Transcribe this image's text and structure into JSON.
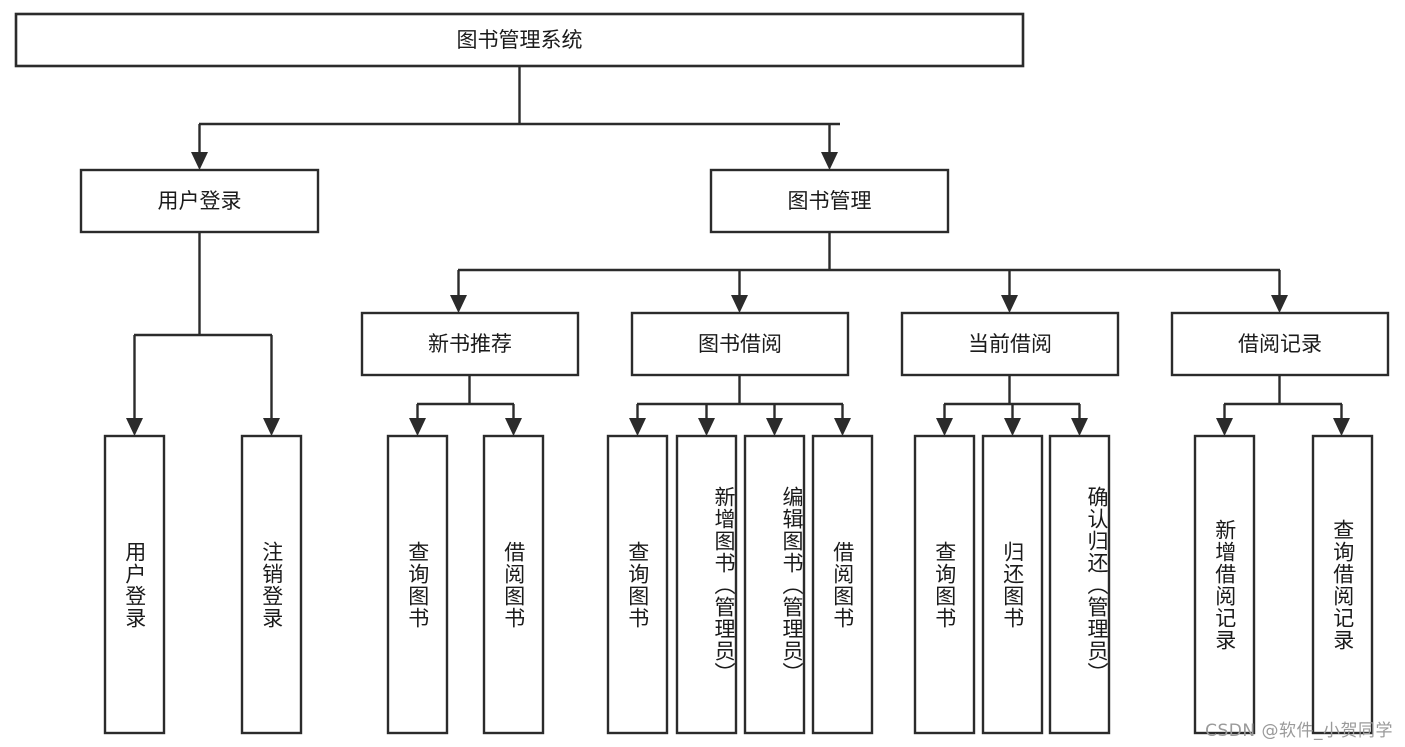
{
  "diagram": {
    "title": "图书管理系统",
    "type": "tree-hierarchy",
    "orientation": "top-down",
    "root": {
      "id": "root",
      "label": "图书管理系统"
    },
    "level2": [
      {
        "id": "user-login",
        "label": "用户登录"
      },
      {
        "id": "book-manage",
        "label": "图书管理"
      }
    ],
    "level3": [
      {
        "id": "new-book-rec",
        "label": "新书推荐",
        "parent": "book-manage"
      },
      {
        "id": "book-borrow",
        "label": "图书借阅",
        "parent": "book-manage"
      },
      {
        "id": "current-borrow",
        "label": "当前借阅",
        "parent": "book-manage"
      },
      {
        "id": "borrow-record",
        "label": "借阅记录",
        "parent": "book-manage"
      }
    ],
    "leaves": {
      "user-login": [
        {
          "id": "leaf-user-login",
          "label": "用户登录"
        },
        {
          "id": "leaf-user-logout",
          "label": "注销登录"
        }
      ],
      "new-book-rec": [
        {
          "id": "leaf-query-book-1",
          "label": "查询图书"
        },
        {
          "id": "leaf-borrow-book-1",
          "label": "借阅图书"
        }
      ],
      "book-borrow": [
        {
          "id": "leaf-query-book-2",
          "label": "查询图书"
        },
        {
          "id": "leaf-add-book",
          "label": "新增图书（管理员）"
        },
        {
          "id": "leaf-edit-book",
          "label": "编辑图书（管理员）"
        },
        {
          "id": "leaf-borrow-book-2",
          "label": "借阅图书"
        }
      ],
      "current-borrow": [
        {
          "id": "leaf-query-book-3",
          "label": "查询图书"
        },
        {
          "id": "leaf-return-book",
          "label": "归还图书"
        },
        {
          "id": "leaf-confirm-return",
          "label": "确认归还（管理员）"
        }
      ],
      "borrow-record": [
        {
          "id": "leaf-add-record",
          "label": "新增借阅记录"
        },
        {
          "id": "leaf-query-record",
          "label": "查询借阅记录"
        }
      ]
    }
  },
  "watermark": {
    "text": "CSDN @软件_小贺同学"
  },
  "colors": {
    "stroke": "#2b2b2b",
    "box_fill": "#ffffff",
    "text": "#1b1b1b",
    "background": "#ffffff",
    "watermark": "#9a9a9a"
  }
}
